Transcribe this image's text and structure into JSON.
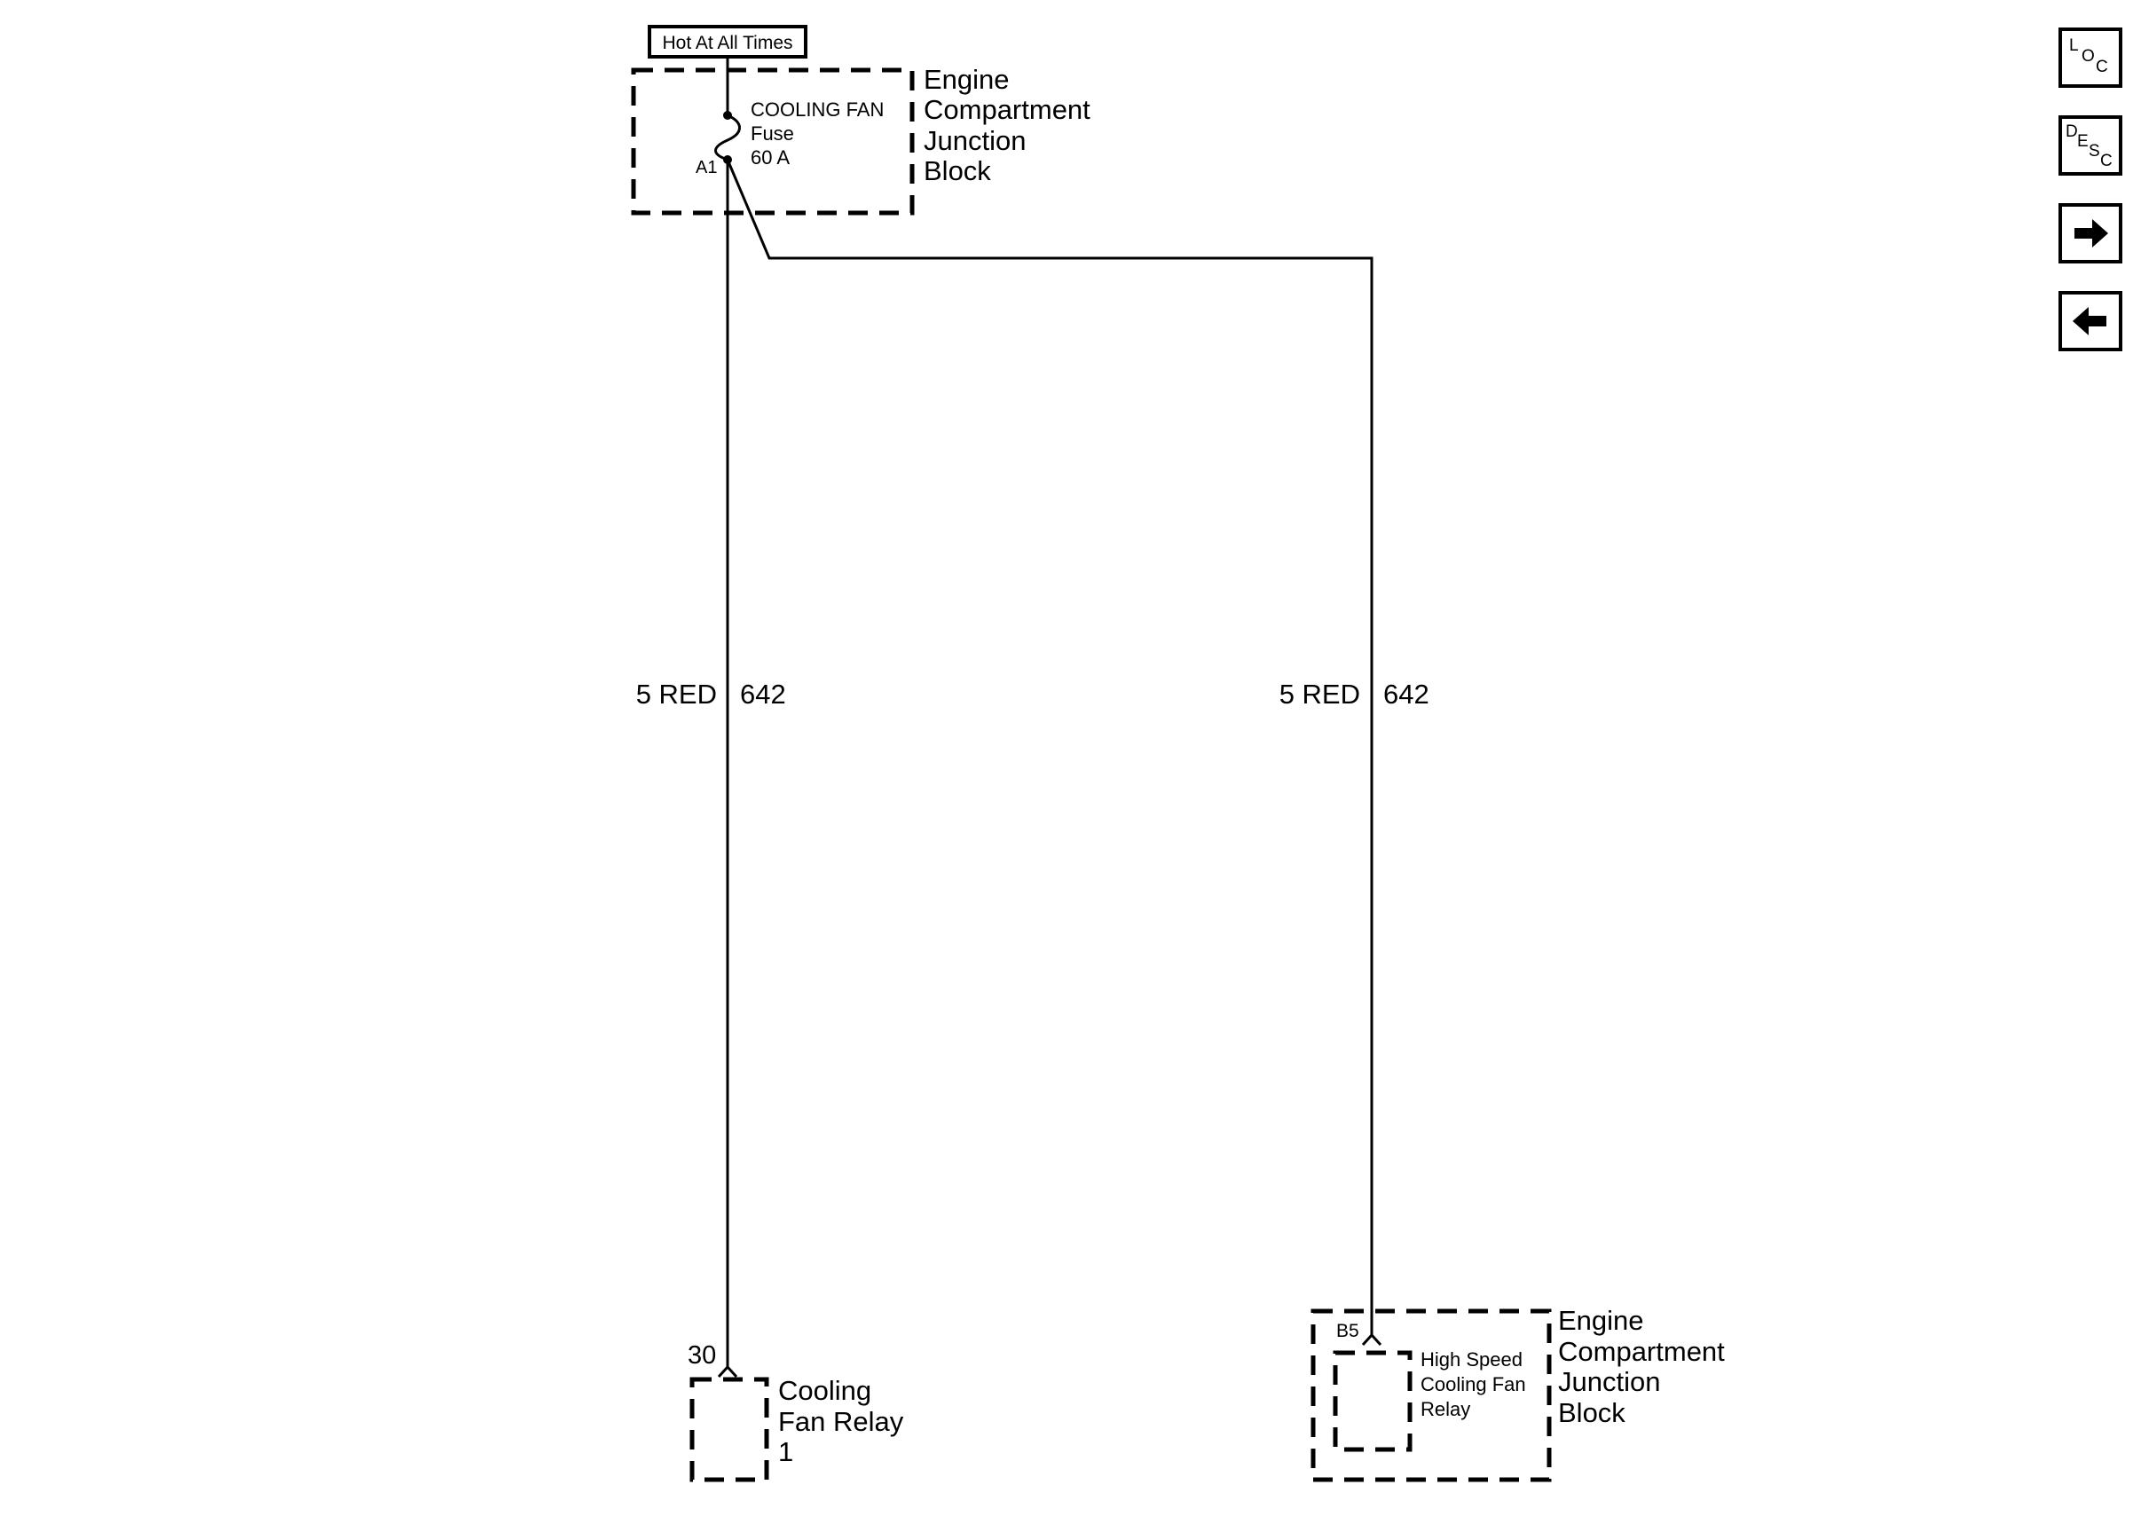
{
  "source_label": "Hot At All Times",
  "fuse_block": {
    "fuse_name": "COOLING FAN",
    "fuse_word": "Fuse",
    "fuse_rating": "60 A",
    "terminal": "A1",
    "label_lines": [
      "Engine",
      "Compartment",
      "Junction",
      "Block"
    ]
  },
  "circuits": [
    {
      "gauge_color": "5 RED",
      "circuit_number": "642"
    },
    {
      "gauge_color": "5 RED",
      "circuit_number": "642"
    }
  ],
  "relay_1": {
    "pin": "30",
    "label_lines": [
      "Cooling",
      "Fan Relay",
      "1"
    ]
  },
  "relay_hs": {
    "pin": "B5",
    "inner_label_lines": [
      "High Speed",
      "Cooling Fan",
      "Relay"
    ],
    "label_lines": [
      "Engine",
      "Compartment",
      "Junction",
      "Block"
    ]
  },
  "nav": {
    "loc": [
      "L",
      "O",
      "C"
    ],
    "desc": [
      "D",
      "E",
      "S",
      "C"
    ],
    "next_icon": "right-arrow-icon",
    "prev_icon": "left-arrow-icon"
  }
}
